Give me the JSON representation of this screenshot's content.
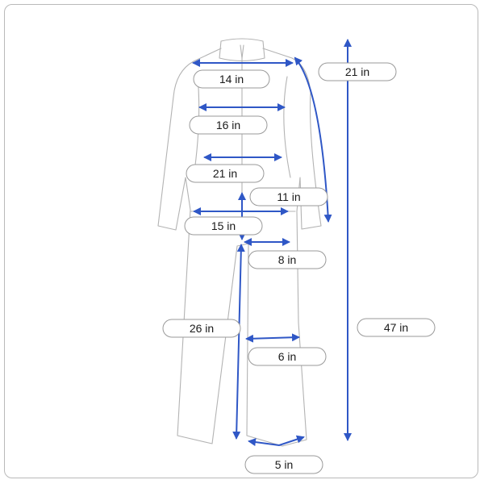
{
  "measurements": {
    "shoulder": "14 in",
    "chest": "16 in",
    "waist": "21 in",
    "hip": "15 in",
    "sleeve": "21 in",
    "rise": "11 in",
    "thigh": "8 in",
    "knee": "6 in",
    "leg_opening": "5 in",
    "inseam": "26 in",
    "total_length": "47 in"
  },
  "colors": {
    "arrow": "#2f57c6",
    "outline": "#b3b3b3",
    "pill_border": "#9a9a9a"
  }
}
